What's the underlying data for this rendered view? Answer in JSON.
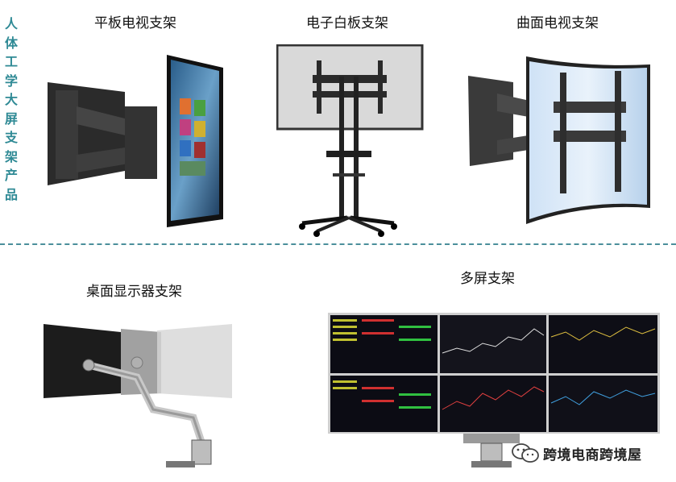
{
  "side_title": "人体工学大屏支架产品",
  "products": {
    "flat_tv": "平板电视支架",
    "whiteboard": "电子白板支架",
    "curved_tv": "曲面电视支架",
    "desktop_monitor": "桌面显示器支架",
    "multi_screen": "多屏支架"
  },
  "watermark": "跨境电商跨境屋",
  "colors": {
    "side_title": "#2f8a95",
    "divider": "#4b8f9b"
  }
}
